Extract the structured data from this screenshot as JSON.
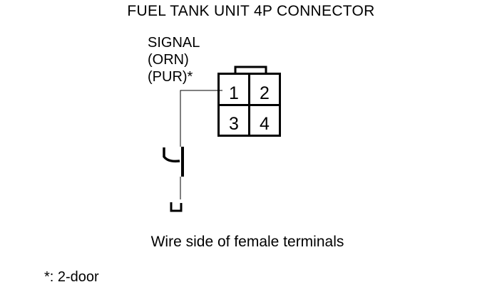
{
  "title": "FUEL TANK UNIT 4P CONNECTOR",
  "wire": {
    "name": "SIGNAL",
    "colors": [
      "(ORN)",
      "(PUR)*"
    ]
  },
  "connector": {
    "pins": [
      "1",
      "2",
      "3",
      "4"
    ]
  },
  "caption": "Wire side of female terminals",
  "footnote": "*: 2-door"
}
